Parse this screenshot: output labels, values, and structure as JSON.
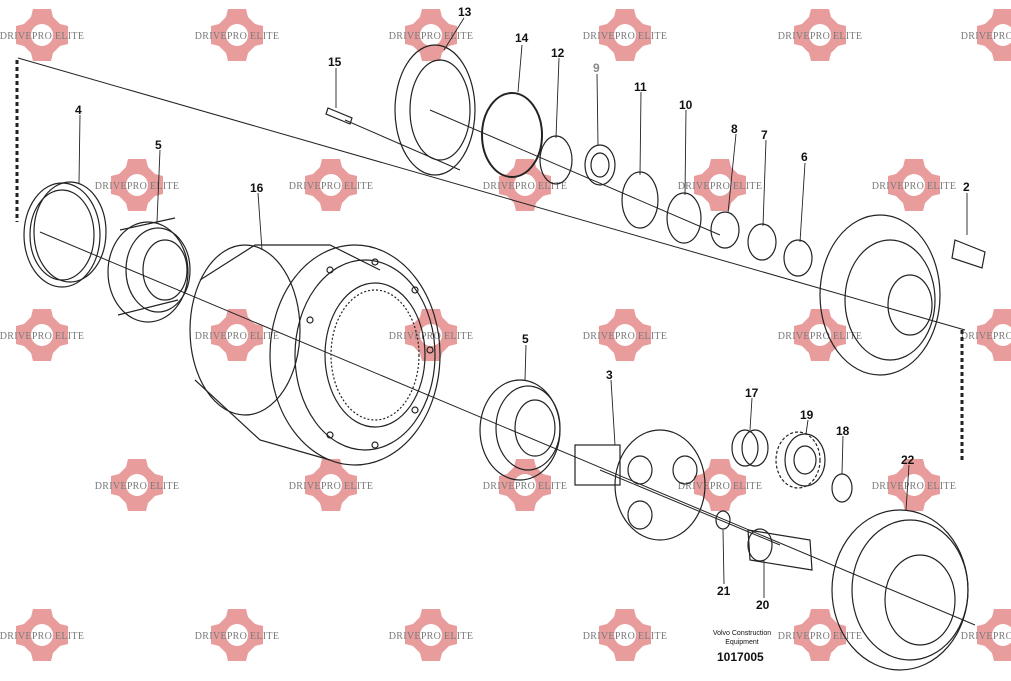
{
  "watermark": {
    "text": "DRIVEPRO ELITE",
    "color": "#e07a7a"
  },
  "callouts": [
    {
      "id": "c13",
      "label": "13"
    },
    {
      "id": "c14",
      "label": "14"
    },
    {
      "id": "c12",
      "label": "12"
    },
    {
      "id": "c9",
      "label": "9"
    },
    {
      "id": "c11",
      "label": "11"
    },
    {
      "id": "c10",
      "label": "10"
    },
    {
      "id": "c8",
      "label": "8"
    },
    {
      "id": "c7",
      "label": "7"
    },
    {
      "id": "c6",
      "label": "6"
    },
    {
      "id": "c2",
      "label": "2"
    },
    {
      "id": "c15",
      "label": "15"
    },
    {
      "id": "c4",
      "label": "4"
    },
    {
      "id": "c5a",
      "label": "5"
    },
    {
      "id": "c16",
      "label": "16"
    },
    {
      "id": "c5b",
      "label": "5"
    },
    {
      "id": "c3",
      "label": "3"
    },
    {
      "id": "c17",
      "label": "17"
    },
    {
      "id": "c19",
      "label": "19"
    },
    {
      "id": "c18",
      "label": "18"
    },
    {
      "id": "c22",
      "label": "22"
    },
    {
      "id": "c21",
      "label": "21"
    },
    {
      "id": "c20",
      "label": "20"
    }
  ],
  "footer": {
    "brand_line1": "Volvo Construction",
    "brand_line2": "Equipment",
    "doc_number": "1017005"
  }
}
